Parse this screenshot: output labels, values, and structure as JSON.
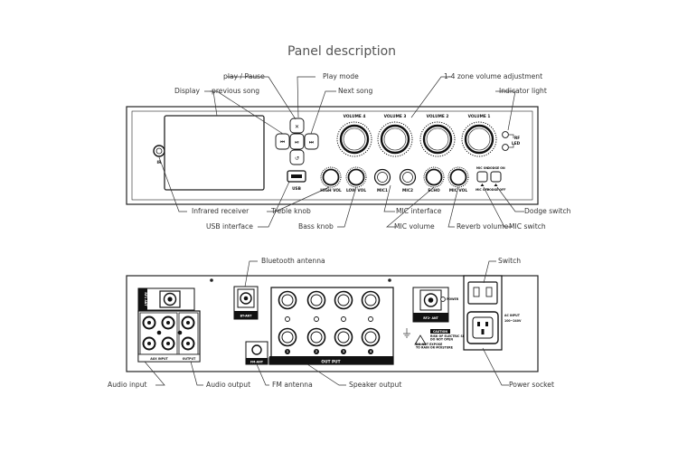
{
  "title": "Panel description",
  "front_callouts": {
    "play_pause": "play / Pause",
    "play_mode": "Play mode",
    "display": "Display",
    "previous_song": "previous song",
    "next_song": "Next song",
    "zone_volume": "1-4 zone volume adjustment",
    "indicator_light": "Indicator light",
    "infrared_receiver": "Infrared receiver",
    "usb_interface": "USB interface",
    "treble_knob": "Treble knob",
    "bass_knob": "Bass knob",
    "mic_interface": "MIC interface",
    "mic_volume": "MIC volume",
    "reverb_volume": "Reverb volume",
    "mic_switch": "MIC switch",
    "dodge_switch": "Dodge switch"
  },
  "front_panel": {
    "ir": "IR",
    "usb": "USB",
    "volumes": [
      "VOLUME 4",
      "VOLUME 3",
      "VOLUME 2",
      "VOLUME 1"
    ],
    "rf": "RF",
    "led": "LED",
    "small_knobs": [
      "HIGH VOL",
      "LOW VOL",
      "MIC1",
      "MIC2",
      "ECHO",
      "MIC VOL"
    ],
    "mic_on": "MIC ON",
    "mic_off": "MIC OFF",
    "dodge_on": "DODGE ON",
    "dodge_off": "DODGE OFF"
  },
  "rear_callouts": {
    "bluetooth_antenna": "Bluetooth antenna",
    "switch": "Switch",
    "audio_input": "Audio input",
    "audio_output": "Audio output",
    "fm_antenna": "FM antenna",
    "speaker_output": "Speaker output",
    "power_socket": "Power socket"
  },
  "rear_panel": {
    "rf1_ant": "RF1 ANT",
    "aux_input": "AUX INPUT",
    "output": "OUTPUT",
    "bt_ant": "BT-ANT",
    "fm_ant": "FM-ANT",
    "out_put": "OUT PUT",
    "channels": [
      "1",
      "2",
      "3",
      "4"
    ],
    "caution": "CAUTION",
    "caution_line1": "RISK OF ELECTRIC SHOCK",
    "caution_line2": "DO NOT OPEN",
    "caution_line3": "DO NOT EXPOSE",
    "caution_line4": "TO RAIN OR MOISTURE",
    "rf2_ant": "RF2- ANT",
    "power": "POWER",
    "ac_input": "AC INPUT",
    "ac_voltage": "100~240V"
  },
  "icons": {
    "play_pause": "play-pause-icon",
    "play_mode": "repeat-icon",
    "prev": "previous-icon",
    "next": "next-icon",
    "usb": "usb-icon",
    "warning": "warning-triangle-icon",
    "ground": "ground-icon"
  }
}
